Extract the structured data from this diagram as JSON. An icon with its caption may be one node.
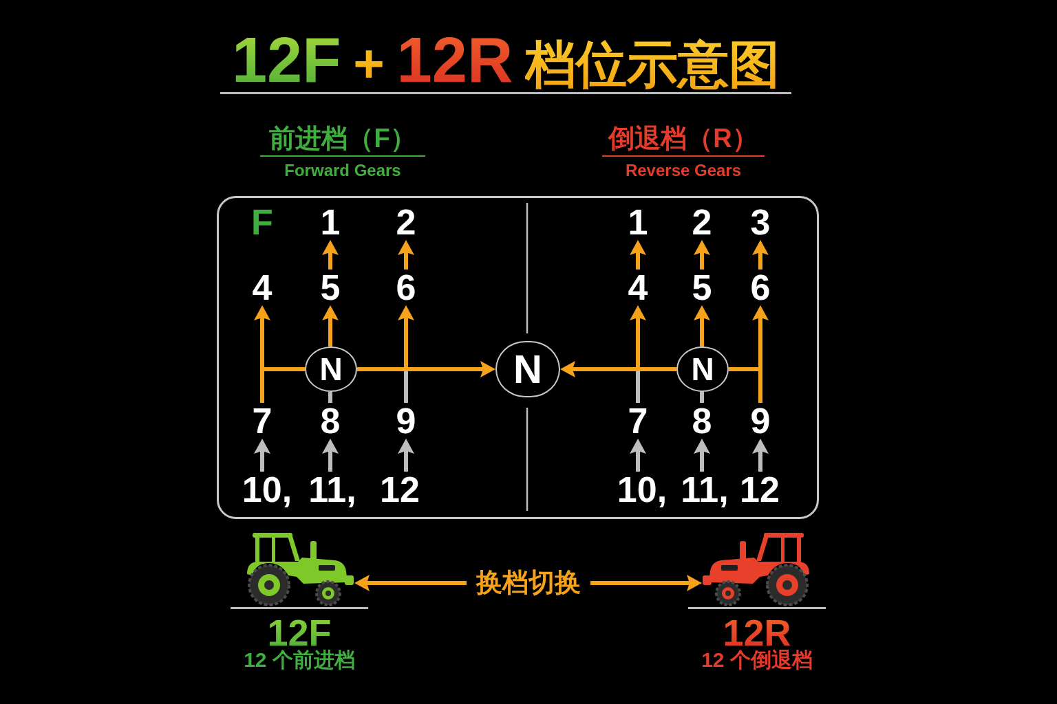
{
  "diagram": {
    "title": "12F + 12R 档位示意图",
    "nodes": [
      {
        "text": [],
        "shape": "box"
      },
      {
        "text": [
          "1"
        ],
        "in": 0
      },
      {
        "text": [
          "2"
        ],
        "in": 0
      },
      {
        "text": [
          "1"
        ],
        "in": 0
      },
      {
        "text": [
          "2"
        ],
        "in": 0
      },
      {
        "text": [
          "3"
        ],
        "in": 0
      },
      {
        "text": [
          "4"
        ],
        "in": 0
      },
      {
        "text": [
          "5"
        ],
        "in": 0
      },
      {
        "text": [
          "6"
        ],
        "in": 0
      },
      {
        "text": [
          "4"
        ],
        "in": 0
      },
      {
        "text": [
          "5"
        ],
        "in": 0
      },
      {
        "text": [
          "6"
        ],
        "in": 0
      },
      {
        "text": [
          "N"
        ],
        "in": 0
      },
      {
        "text": [
          "N"
        ],
        "in": 0
      },
      {
        "text": [
          "N"
        ],
        "in": 0
      },
      {
        "text": [
          "7"
        ],
        "in": 0
      },
      {
        "text": [
          "8"
        ],
        "in": 0
      },
      {
        "text": [
          "9"
        ],
        "in": 0
      },
      {
        "text": [
          "7"
        ],
        "in": 0
      },
      {
        "text": [
          "8"
        ],
        "in": 0
      },
      {
        "text": [
          "9"
        ],
        "in": 0
      },
      {
        "text": [
          "10,"
        ],
        "in": 0
      },
      {
        "text": [
          "11,"
        ],
        "in": 0
      },
      {
        "text": [
          "12"
        ],
        "in": 0
      },
      {
        "text": [
          "10,"
        ],
        "in": 0
      },
      {
        "text": [
          "11,"
        ],
        "in": 0
      },
      {
        "text": [
          "12"
        ],
        "in": 0
      },
      {
        "text": [],
        "shape": "picture",
        "beside": [
          "12F",
          "12 个前进档"
        ]
      },
      {
        "text": [],
        "shape": "picture",
        "beside": [
          "12R",
          "12 个倒退档"
        ]
      }
    ],
    "edges": [
      {
        "from": 12,
        "to": 7,
        "arrow": "to"
      },
      {
        "from": 7,
        "to": 1,
        "arrow": "to"
      },
      {
        "from": 12,
        "to": 6,
        "arrow": "to"
      },
      {
        "from": 12,
        "to": 15,
        "arrow": "none"
      },
      {
        "from": 12,
        "to": 8,
        "arrow": "to"
      },
      {
        "from": 8,
        "to": 2,
        "arrow": "to"
      },
      {
        "from": 12,
        "to": 13,
        "arrow": "to"
      },
      {
        "from": 12,
        "to": 16,
        "arrow": "none",
        "color": "#bdbdbd"
      },
      {
        "from": 12,
        "to": 17,
        "arrow": "none",
        "color": "#bdbdbd"
      },
      {
        "from": 21,
        "to": 15,
        "arrow": "to",
        "color": "#bdbdbd"
      },
      {
        "from": 22,
        "to": 16,
        "arrow": "to",
        "color": "#bdbdbd"
      },
      {
        "from": 23,
        "to": 17,
        "arrow": "to",
        "color": "#bdbdbd"
      },
      {
        "from": 14,
        "to": 10,
        "arrow": "to"
      },
      {
        "from": 10,
        "to": 4,
        "arrow": "to"
      },
      {
        "from": 14,
        "to": 9,
        "arrow": "to"
      },
      {
        "from": 9,
        "to": 3,
        "arrow": "to"
      },
      {
        "from": 14,
        "to": 11,
        "arrow": "to"
      },
      {
        "from": 11,
        "to": 5,
        "arrow": "to"
      },
      {
        "from": 14,
        "to": 20,
        "arrow": "none"
      },
      {
        "from": 14,
        "to": 13,
        "arrow": "to"
      },
      {
        "from": 14,
        "to": 18,
        "arrow": "none",
        "color": "#bdbdbd"
      },
      {
        "from": 14,
        "to": 19,
        "arrow": "none",
        "color": "#bdbdbd"
      },
      {
        "from": 24,
        "to": 18,
        "arrow": "to",
        "color": "#bdbdbd"
      },
      {
        "from": 25,
        "to": 19,
        "arrow": "to",
        "color": "#bdbdbd"
      },
      {
        "from": 26,
        "to": 20,
        "arrow": "to",
        "color": "#bdbdbd"
      },
      {
        "from": 27,
        "to": 28,
        "arrow": "both",
        "label": "换档切换"
      }
    ],
    "labels": [
      "前进档（F）",
      "Forward Gears",
      "倒退档（R）",
      "Reverse Gears",
      "F"
    ]
  }
}
